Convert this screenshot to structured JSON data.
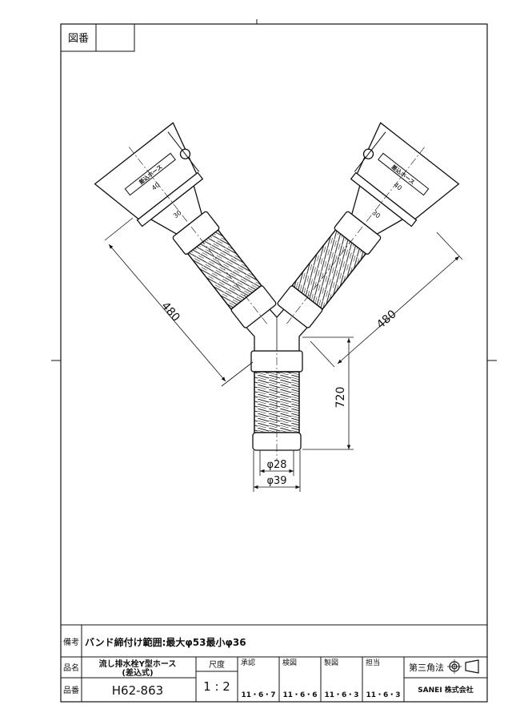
{
  "frame": {
    "drawing_no_label": "図番",
    "drawing_no_value": ""
  },
  "dimensions": {
    "left_arm": "480",
    "right_arm": "480",
    "height": "720",
    "inner_dia": "φ28",
    "outer_dia": "φ39"
  },
  "adapter_label": "差込ホース",
  "adapter_marks": [
    "40",
    "30"
  ],
  "title_block": {
    "remarks_label": "備考",
    "remarks_text": "バンド締付け範囲:最大φ53最小φ36",
    "name_label": "品名",
    "name_line1": "流し排水栓Y型ホース",
    "name_line2": "(差込式)",
    "part_label": "品番",
    "part_no": "H62-863",
    "scale_label": "尺度",
    "scale_value": "1 : 2",
    "approvals": [
      {
        "label": "承認",
        "date": "11・6・7"
      },
      {
        "label": "検図",
        "date": "11・6・6"
      },
      {
        "label": "製図",
        "date": "11・6・3"
      },
      {
        "label": "担当",
        "date": "11・6・3"
      }
    ],
    "projection_label": "第三角法",
    "company": "SANEI 株式会社"
  }
}
